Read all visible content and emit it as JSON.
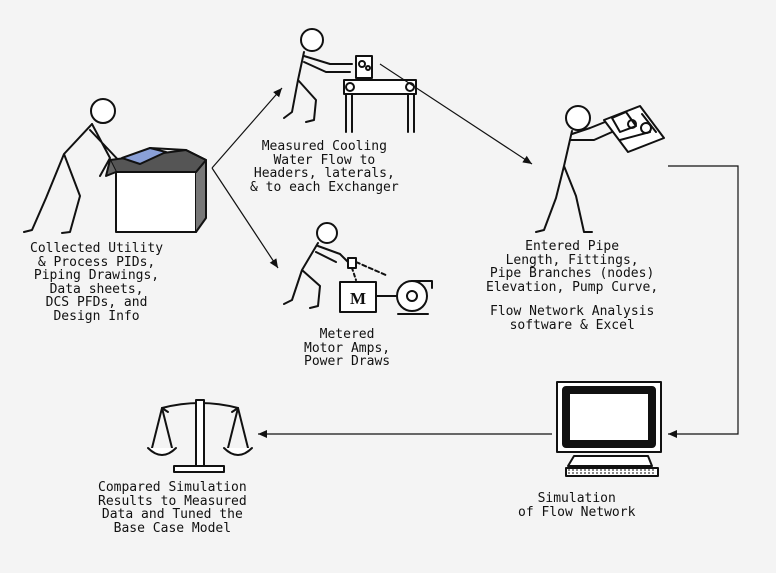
{
  "steps": {
    "collected": [
      "Collected Utility",
      "& Process PIDs,",
      "Piping Drawings,",
      "Data sheets,",
      "DCS PFDs, and",
      "Design Info"
    ],
    "measured": [
      "Measured Cooling",
      "Water Flow to",
      "Headers, laterals,",
      "& to each Exchanger"
    ],
    "metered": [
      "Metered",
      "Motor Amps,",
      "Power Draws"
    ],
    "entered": [
      "Entered Pipe",
      "Length, Fittings,",
      "Pipe Branches (nodes)",
      "Elevation, Pump Curve,"
    ],
    "entered_software": [
      "Flow Network Analysis",
      "software & Excel"
    ],
    "simulation": [
      "Simulation",
      "of Flow Network"
    ],
    "compared": [
      "Compared Simulation",
      "Results to Measured",
      "Data and Tuned the",
      "Base Case Model"
    ]
  },
  "motor_symbol": "M",
  "colors": {
    "background": "#f4f4f4",
    "ink": "#111111",
    "box_flap": "#8aa0d8"
  }
}
